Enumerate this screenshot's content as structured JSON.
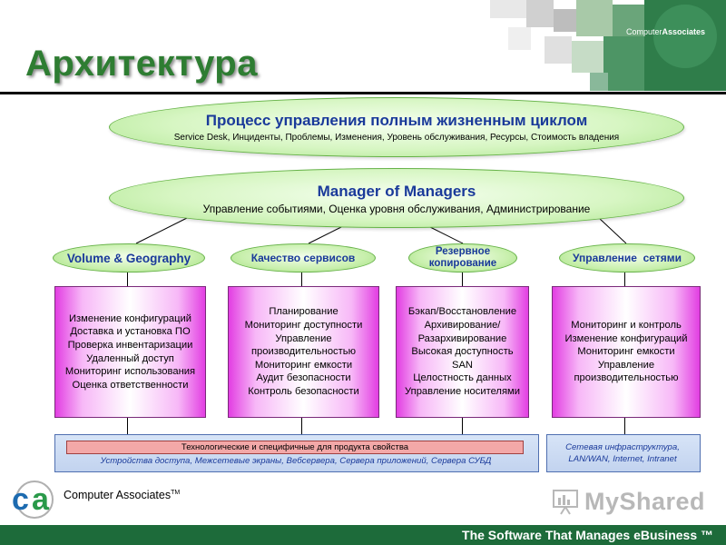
{
  "header": {
    "title": "Архитектура",
    "top_logo_text": "Computer",
    "top_logo_text_bold": "Associates"
  },
  "lifecycle": {
    "title": "Процесс управления полным жизненным циклом",
    "subtitle": "Service Desk, Инциденты, Проблемы, Изменения, Уровень обслуживания, Ресурсы, Стоимость владения"
  },
  "mom": {
    "title": "Manager of Managers",
    "subtitle": "Управление событиями, Оценка уровня обслуживания, Администрирование"
  },
  "categories": [
    {
      "label": "Volume & Geography",
      "items": [
        "Изменение конфигураций",
        "Доставка и установка ПО",
        "Проверка инвентаризации",
        "Удаленный доступ",
        "Мониторинг использования",
        "Оценка ответственности"
      ]
    },
    {
      "label": "Качество сервисов",
      "items": [
        "Планирование",
        "Мониторинг доступности",
        "Управление",
        "производительностью",
        "Мониторинг емкости",
        "Аудит безопасности",
        "Контроль безопасности"
      ]
    },
    {
      "label_line1": "Резервное",
      "label_line2": "копирование",
      "items": [
        "Бэкап/Восстановление",
        "Архивирование/",
        "Разархивирование",
        "Высокая доступность",
        "SAN",
        "Целостность данных",
        "Управление носителями"
      ]
    },
    {
      "label": "Управление  сетями",
      "items": [
        "Мониторинг и контроль",
        "Изменение конфигураций",
        "Мониторинг емкости",
        "Управление",
        "производительностью"
      ]
    }
  ],
  "infrastructure": {
    "bar_label": "Технологические и специфичные  для продукта свойства",
    "devices": "Устройства доступа, Межсетевые экраны, Вебсерверa, Серверa приложений, Серверa СУБД",
    "network_line1": "Сетевая  инфраструктура,",
    "network_line2": "LAN/WAN, Internet, Intranet"
  },
  "branding": {
    "logo_text": "Computer Associates",
    "logo_tm": "TM",
    "watermark": "MyShared",
    "footer": "The Software That Manages eBusiness ™"
  },
  "colors": {
    "title_green": "#2e7d32",
    "heading_blue": "#1a3a9a",
    "box_magenta": "#e23ee2",
    "footer_green": "#1d6b3a"
  }
}
